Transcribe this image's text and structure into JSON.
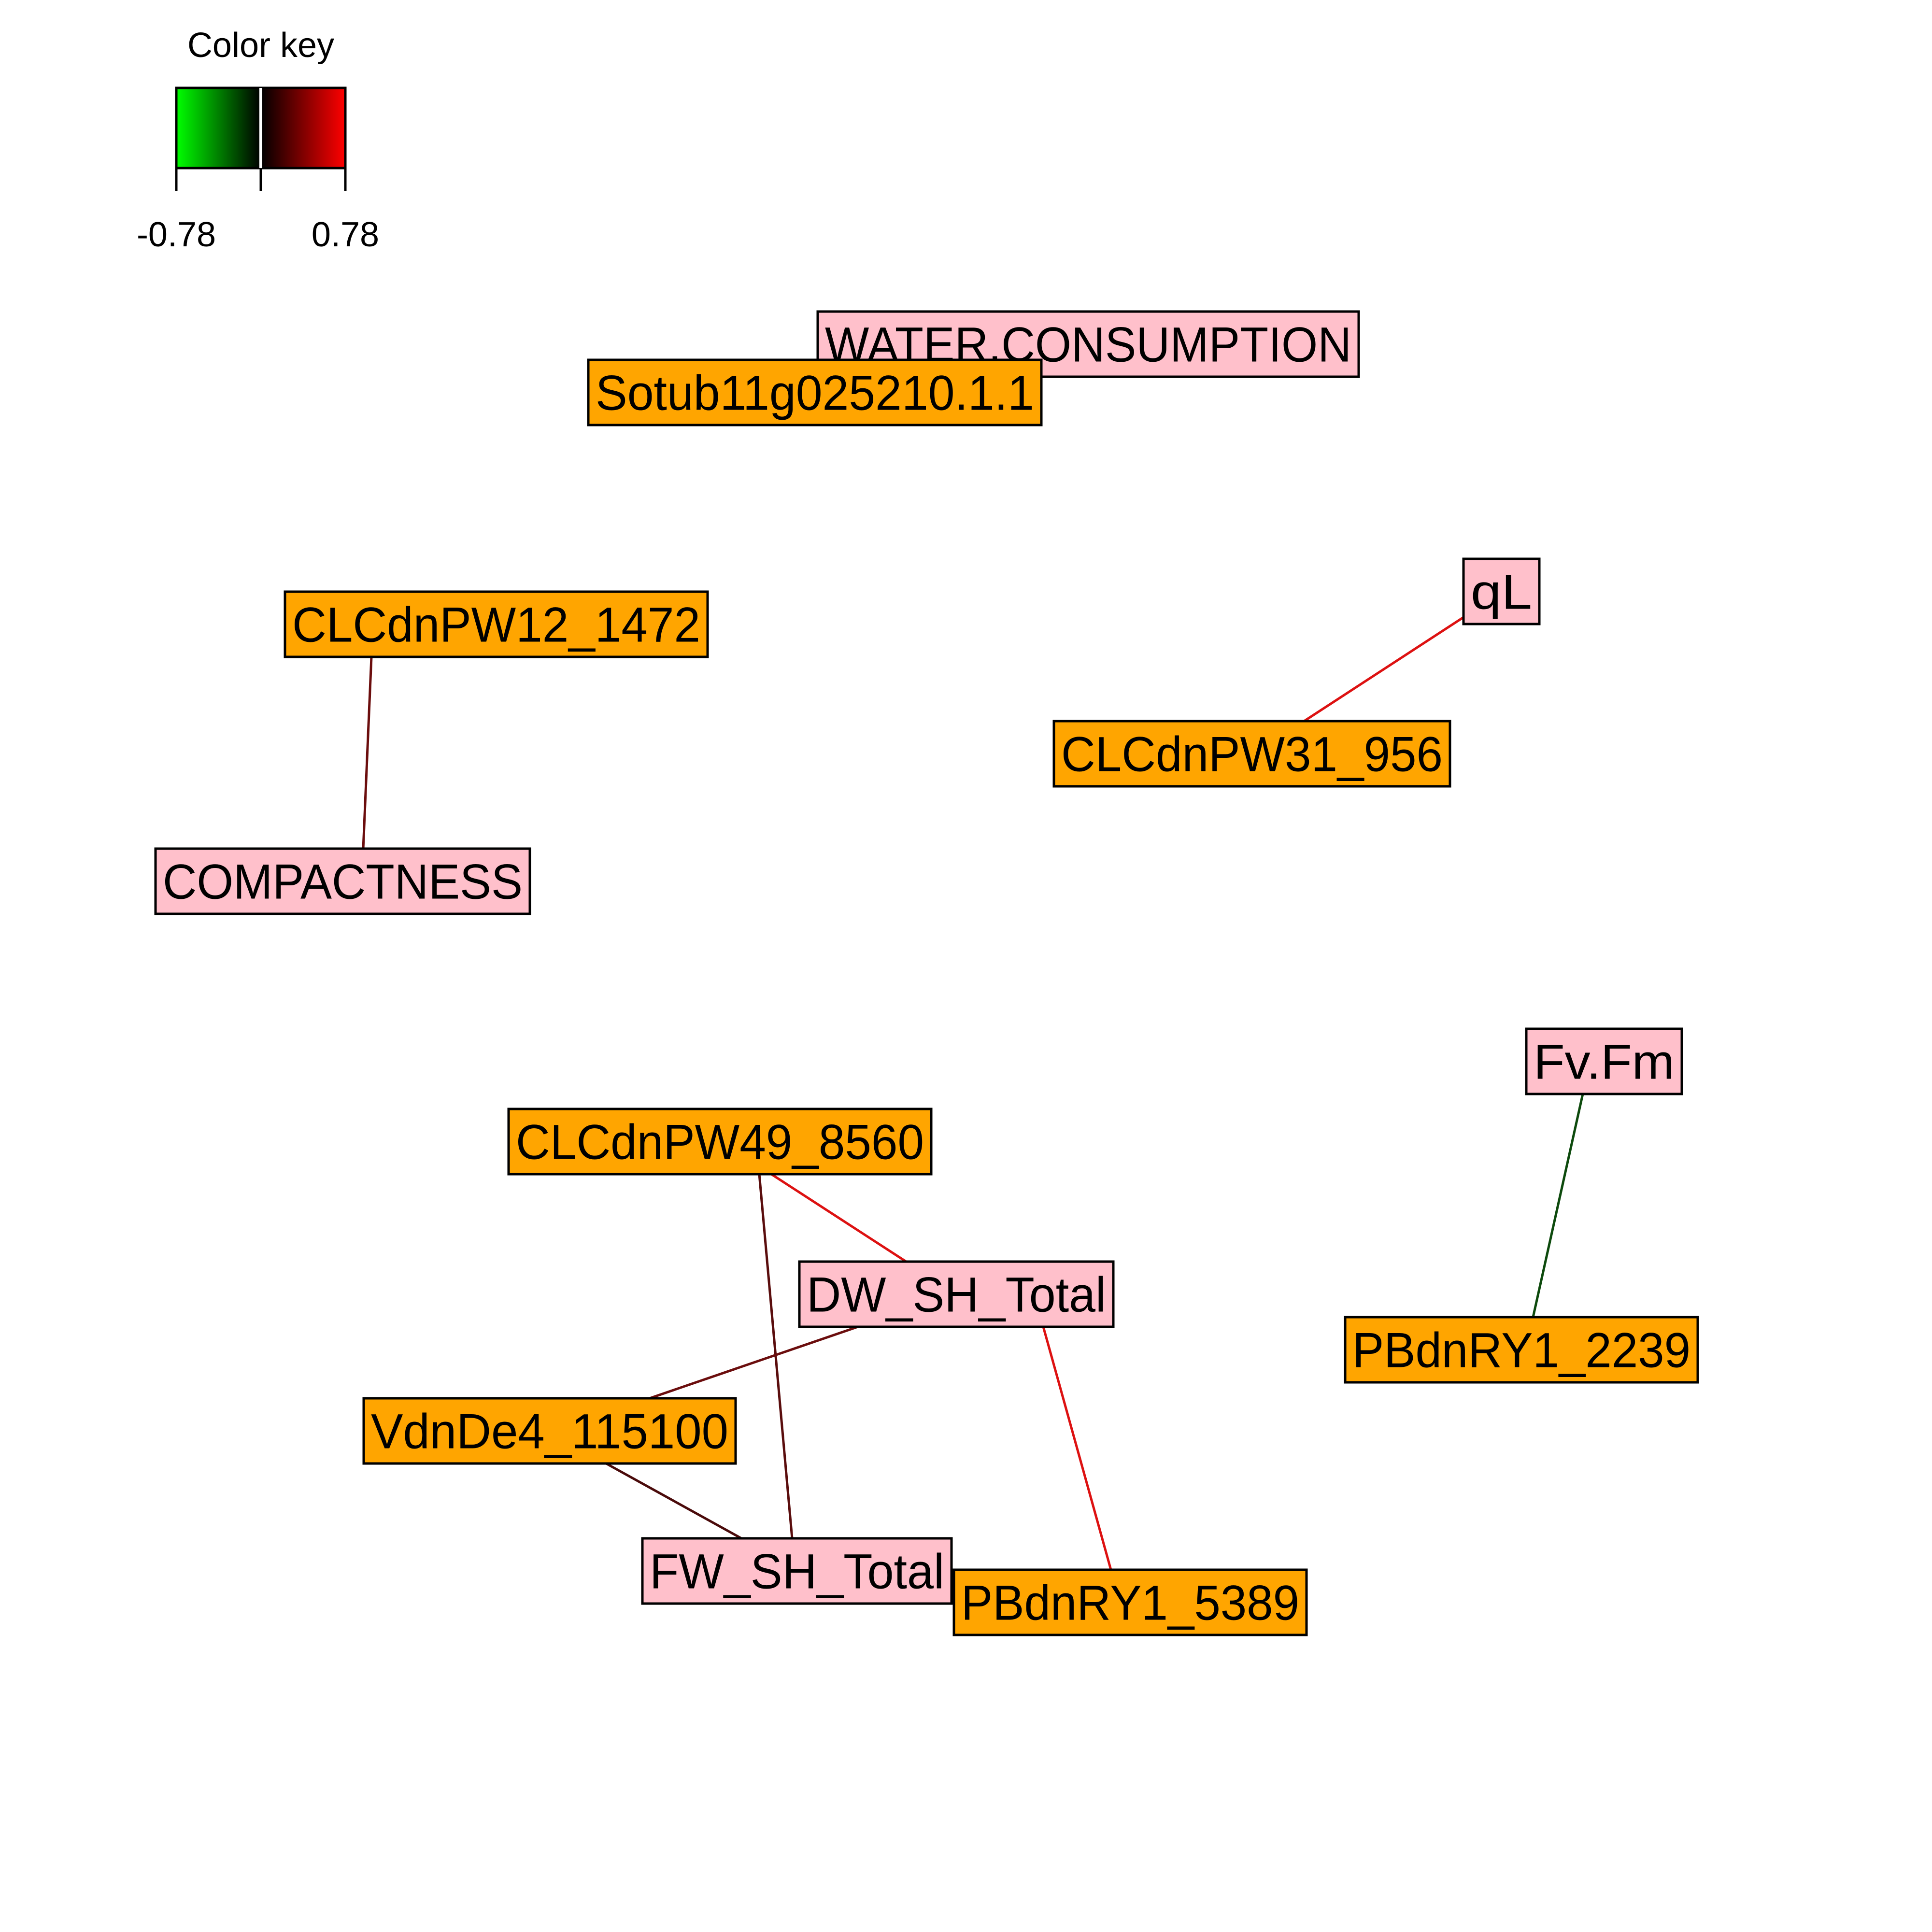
{
  "color_key": {
    "title": "Color key",
    "min_label": "-0.78",
    "max_label": "0.78",
    "low_color": "#00ff00",
    "mid_color": "#000000",
    "high_color": "#ff0000"
  },
  "type_colors": {
    "gene": "#ffa500",
    "trait": "#ffc0cb"
  },
  "nodes": [
    {
      "id": "water",
      "label": "WATER.CONSUMPTION",
      "type": "trait"
    },
    {
      "id": "sotub",
      "label": "Sotub11g025210.1.1",
      "type": "gene"
    },
    {
      "id": "clc12",
      "label": "CLCdnPW12_1472",
      "type": "gene"
    },
    {
      "id": "compact",
      "label": "COMPACTNESS",
      "type": "trait"
    },
    {
      "id": "ql",
      "label": "qL",
      "type": "trait"
    },
    {
      "id": "clc31",
      "label": "CLCdnPW31_956",
      "type": "gene"
    },
    {
      "id": "fvfm",
      "label": "Fv.Fm",
      "type": "trait"
    },
    {
      "id": "pb2239",
      "label": "PBdnRY1_2239",
      "type": "gene"
    },
    {
      "id": "clc49",
      "label": "CLCdnPW49_8560",
      "type": "gene"
    },
    {
      "id": "dw",
      "label": "DW_SH_Total",
      "type": "trait"
    },
    {
      "id": "vdn",
      "label": "VdnDe4_115100",
      "type": "gene"
    },
    {
      "id": "fw",
      "label": "FW_SH_Total",
      "type": "trait"
    },
    {
      "id": "pb5389",
      "label": "PBdnRY1_5389",
      "type": "gene"
    }
  ],
  "edges": [
    {
      "from": "clc12",
      "to": "compact",
      "color": "#6b0d0d"
    },
    {
      "from": "ql",
      "to": "clc31",
      "color": "#dd1111"
    },
    {
      "from": "fvfm",
      "to": "pb2239",
      "color": "#0d4a0d"
    },
    {
      "from": "clc49",
      "to": "dw",
      "color": "#dd1111"
    },
    {
      "from": "clc49",
      "to": "fw",
      "color": "#5a0d0d"
    },
    {
      "from": "dw",
      "to": "vdn",
      "color": "#6b0d0d"
    },
    {
      "from": "dw",
      "to": "pb5389",
      "color": "#dd1111"
    },
    {
      "from": "vdn",
      "to": "fw",
      "color": "#4a0a0a"
    }
  ]
}
